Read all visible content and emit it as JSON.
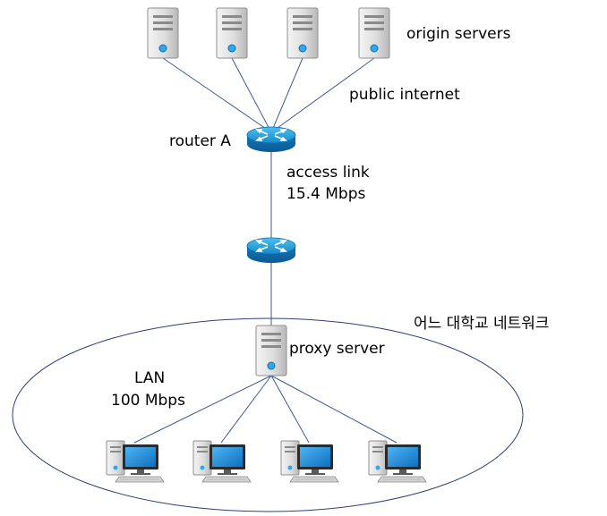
{
  "labels": {
    "origin_servers": "origin servers",
    "public_internet": "public internet",
    "router_a": "router A",
    "access_link_line1": "access link",
    "access_link_line2": "15.4 Mbps",
    "network_name": "어느 대학교 네트워크",
    "proxy_server": "proxy server",
    "lan_line1": "LAN",
    "lan_line2": "100 Mbps"
  },
  "icons": {
    "origin_servers": [
      "server-icon",
      "server-icon",
      "server-icon",
      "server-icon"
    ],
    "routers": [
      "router-icon",
      "router-icon"
    ],
    "proxy": "server-icon",
    "clients": [
      "desktop-computer-icon",
      "desktop-computer-icon",
      "desktop-computer-icon",
      "desktop-computer-icon"
    ]
  },
  "colors": {
    "link_line": "#3d5a99",
    "lan_boundary": "#2f3f7a",
    "router_blue": "#1a8fd0",
    "server_body": "#d9d9d9",
    "screen_blue": "#1e8ad6"
  }
}
